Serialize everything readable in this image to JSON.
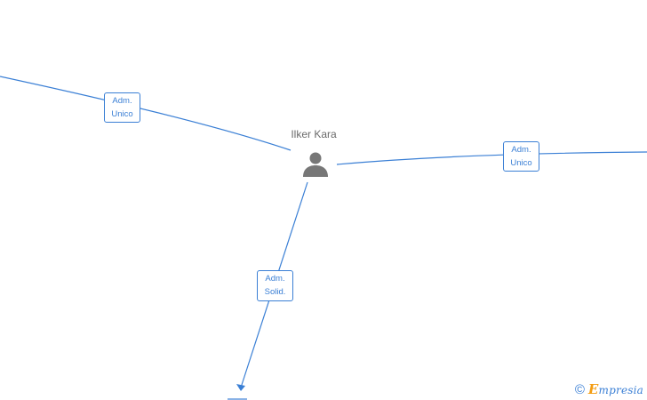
{
  "person": {
    "name": "Ilker Kara",
    "icon": "person-icon"
  },
  "roles": [
    {
      "line1": "Adm.",
      "line2": "Unico"
    },
    {
      "line1": "Adm.",
      "line2": "Unico"
    },
    {
      "line1": "Adm.",
      "line2": "Solid."
    }
  ],
  "watermark": {
    "symbol": "©",
    "brand_initial": "E",
    "brand_rest": "mpresia"
  },
  "colors": {
    "edge": "#3a7fd5",
    "label_text": "#3a7fd5",
    "name_text": "#6a6a6a",
    "person_icon": "#777777",
    "brand_initial": "#f39c12"
  }
}
